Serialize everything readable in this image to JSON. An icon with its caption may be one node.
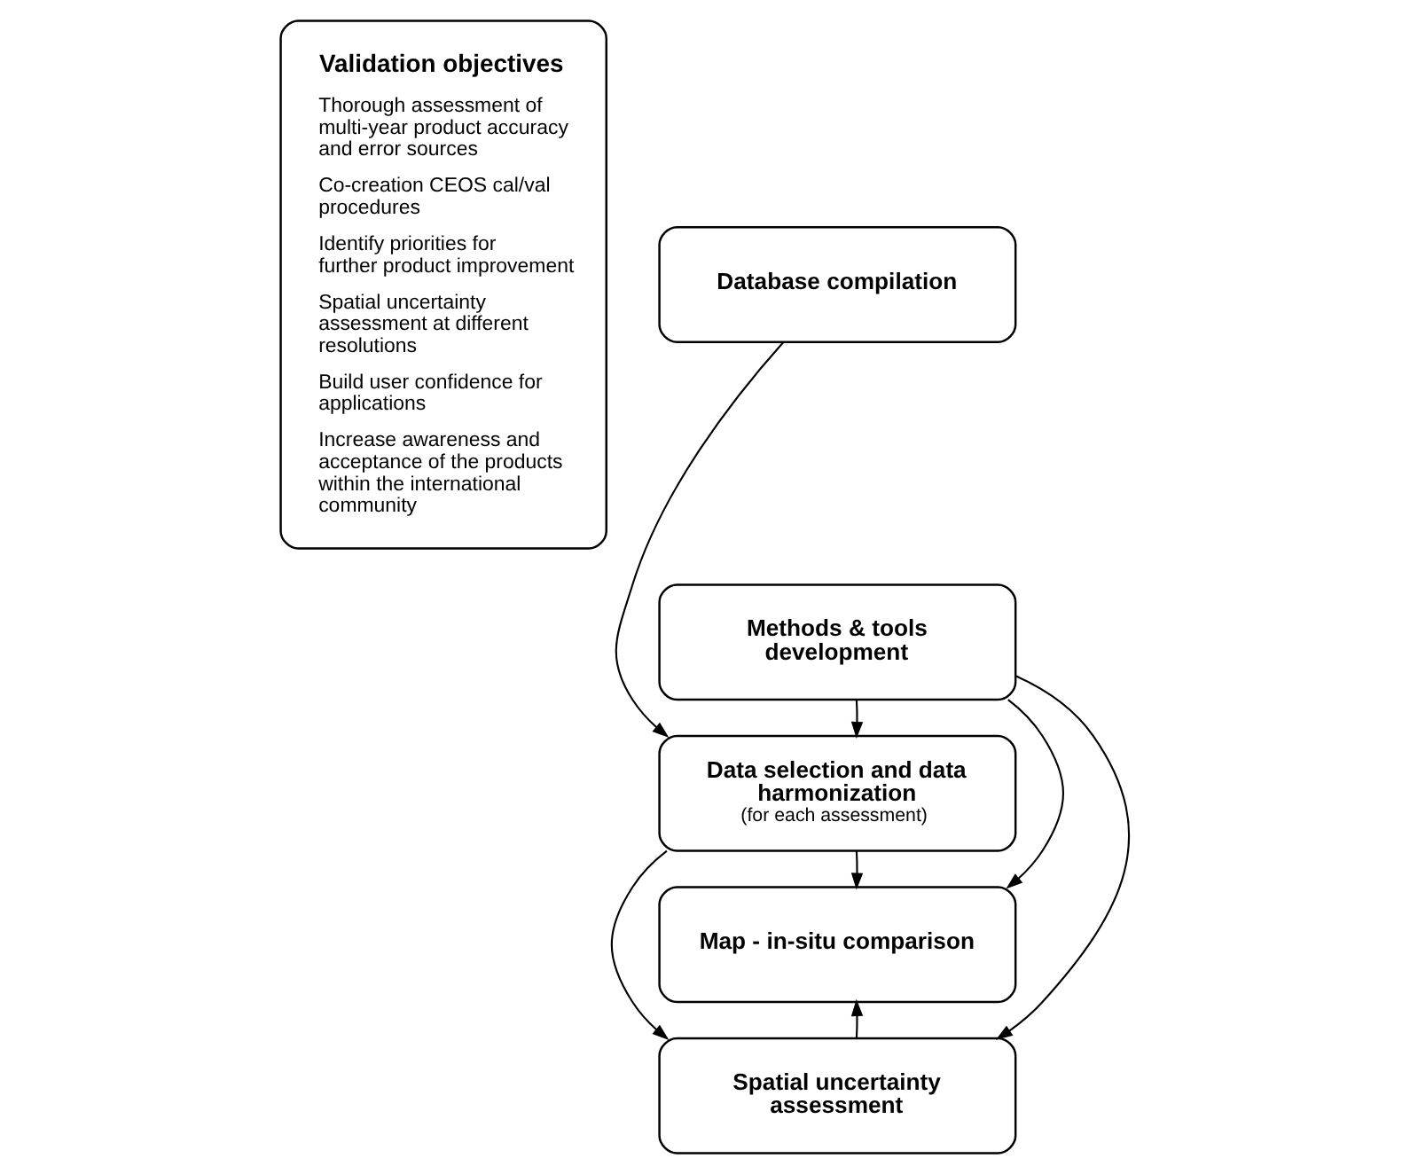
{
  "diagram": {
    "nodes": [
      {
        "text": [
          "Validation objectives",
          "Thorough assessment of multi-year product accuracy and error sources",
          "Co-creation CEOS cal/val procedures",
          "Identify priorities for further product improvement",
          "Spatial uncertainty assessment at different resolutions",
          "Build user confidence for applications",
          "Increase awareness and acceptance of the products within the international community"
        ]
      },
      {
        "text": [
          "Database compilation"
        ]
      },
      {
        "text": [
          "Methods & tools development"
        ]
      },
      {
        "text": [
          "Data selection and data harmonization",
          "(for each assessment)"
        ]
      },
      {
        "text": [
          "Map - in-situ comparison"
        ]
      },
      {
        "text": [
          "Spatial uncertainty assessment"
        ]
      }
    ],
    "edges": [
      {
        "from": 1,
        "to": 3,
        "arrow": "to"
      },
      {
        "from": 2,
        "to": 3,
        "arrow": "to"
      },
      {
        "from": 2,
        "to": 4,
        "arrow": "to"
      },
      {
        "from": 2,
        "to": 5,
        "arrow": "to"
      },
      {
        "from": 3,
        "to": 4,
        "arrow": "to"
      },
      {
        "from": 3,
        "to": 5,
        "arrow": "to"
      },
      {
        "from": 5,
        "to": 4,
        "arrow": "to"
      }
    ]
  }
}
